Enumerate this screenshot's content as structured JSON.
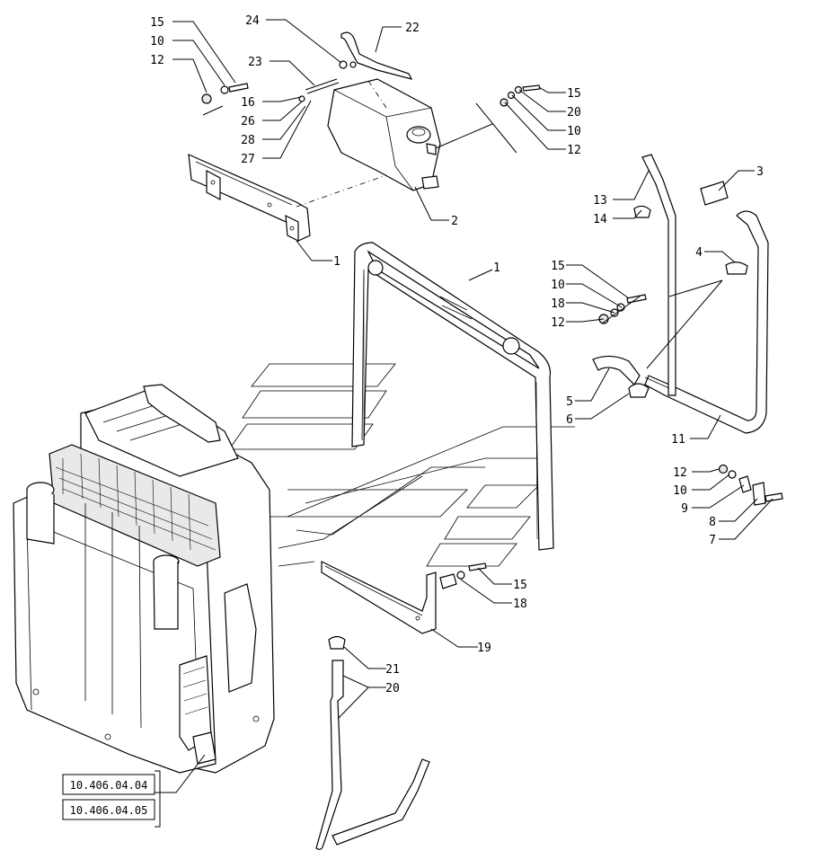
{
  "callouts": {
    "c_top_15": "15",
    "c_top_10": "10",
    "c_top_12": "12",
    "c_top_24": "24",
    "c_top_22": "22",
    "c_top_23": "23",
    "c_top_16": "16",
    "c_top_26": "26",
    "c_top_28": "28",
    "c_top_27": "27",
    "c_top_1": "1",
    "c_top_2": "2",
    "c_tr_15": "15",
    "c_tr_20": "20",
    "c_tr_10": "10",
    "c_tr_12": "12",
    "c_r_3": "3",
    "c_r_13": "13",
    "c_r_14": "14",
    "c_r_4": "4",
    "c_m_1": "1",
    "c_m_15": "15",
    "c_m_10": "10",
    "c_m_18": "18",
    "c_m_12": "12",
    "c_m_5": "5",
    "c_m_6": "6",
    "c_r_11": "11",
    "c_r_12": "12",
    "c_r_10": "10",
    "c_r_9": "9",
    "c_r_8": "8",
    "c_r_7": "7",
    "c_b_15": "15",
    "c_b_18": "18",
    "c_b_19": "19",
    "c_b_21": "21",
    "c_b_20": "20"
  },
  "references": {
    "ref_1": "10.406.04.04",
    "ref_2": "10.406.04.05"
  },
  "icons": {
    "radiator": "radiator-assembly-icon",
    "tank": "expansion-tank-icon"
  }
}
